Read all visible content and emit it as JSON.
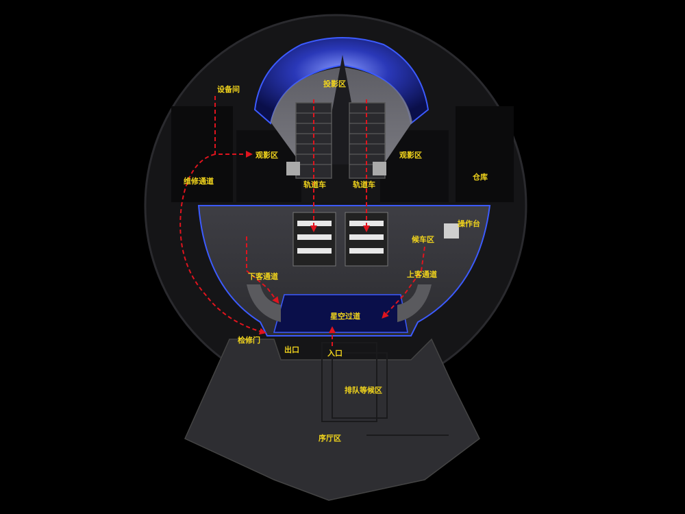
{
  "colors": {
    "background": "#000000",
    "floor": "#3a3a3e",
    "wall": "#1b1b1d",
    "label": "#f2d51c",
    "route": "#e0141e",
    "dome_glow": "#3c5bff"
  },
  "labels": {
    "equipment_room": "设备间",
    "projection_area": "投影区",
    "viewing_area_left": "观影区",
    "viewing_area_right": "观影区",
    "maintenance_corridor": "维修通道",
    "track_car_left": "轨道车",
    "track_car_right": "轨道车",
    "warehouse": "仓库",
    "console": "操作台",
    "waiting_area": "候车区",
    "exit_passage": "下客通道",
    "board_passage": "上客通道",
    "starry_passage": "星空过道",
    "inspection_door": "检修门",
    "exit": "出口",
    "entrance": "入口",
    "queue_area": "排队等候区",
    "lobby": "序厅区"
  },
  "icons": {
    "route_arrows": "dashed-arrow-icon",
    "seats": "seat-icon",
    "figures": "person-icon"
  }
}
